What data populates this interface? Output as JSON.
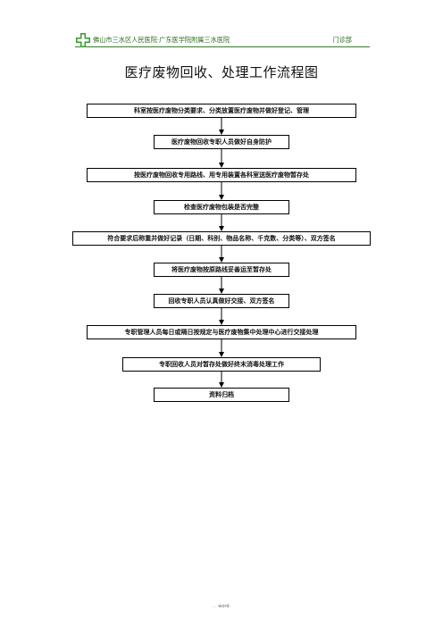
{
  "header": {
    "hospital": "佛山市三水区人民医院·广东医学院附属三水医院",
    "department": "门诊部",
    "accent_color": "#2e6b1f",
    "logo_icon": "green-cross-logo"
  },
  "title": "医疗废物回收、处理工作流程图",
  "steps": [
    "科室按医疗废物分类要求、分类放置医疗废物并做好登记、管理",
    "医疗废物回收专职人员做好自身防护",
    "按医疗废物回收专用路线、用专用装置各科室送医疗废物暂存处",
    "检查医疗废物包装是否完整",
    "符合要求后称重并做好记录（日期、科别、物品名称、千克数、分类等）、双方签名",
    "将医疗废物按原路线妥善运至暂存处",
    "回收专职人员认真做好交接、双方签名",
    "专职管理人员每日或隔日按规定与医疗废物集中处理中心进行交接处理",
    "专职回收人员对暂存处做好终末消毒处理工作",
    "资料归档"
  ],
  "footer": ". . word."
}
